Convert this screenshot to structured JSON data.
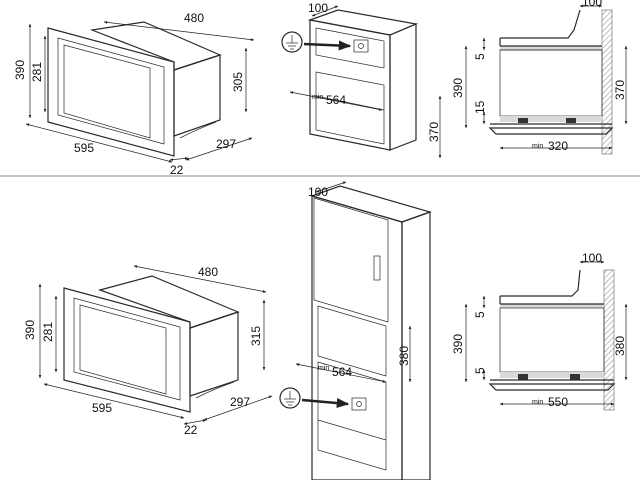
{
  "top": {
    "microwave": {
      "w480": "480",
      "h390": "390",
      "h281": "281",
      "h305": "305",
      "w595": "595",
      "d297": "297",
      "d22": "22"
    },
    "cabinet": {
      "d100": "100",
      "min_label": "min",
      "w564": "564",
      "h370": "370"
    },
    "side": {
      "d100": "100",
      "h390": "390",
      "gap5": "5",
      "gap15": "15",
      "h370": "370",
      "min_label": "min",
      "w320": "320"
    }
  },
  "bottom": {
    "microwave": {
      "w480": "480",
      "h390": "390",
      "h281": "281",
      "h315": "315",
      "w595": "595",
      "d297": "297",
      "d22": "22"
    },
    "cabinet": {
      "d100": "100",
      "min_label": "min",
      "w564": "564",
      "h380": "380"
    },
    "side": {
      "d100": "100",
      "h390": "390",
      "gap5a": "5",
      "gap5b": "5",
      "h380": "380",
      "min_label": "min",
      "w550": "550"
    }
  }
}
